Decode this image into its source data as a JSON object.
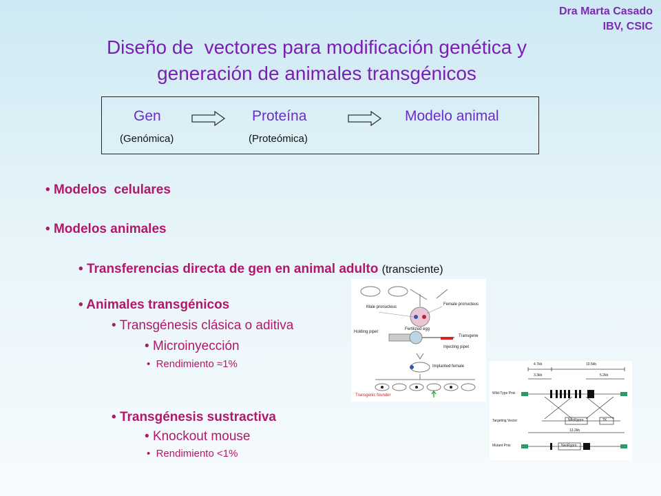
{
  "author": {
    "line1": "Dra Marta Casado",
    "line2": "IBV, CSIC"
  },
  "title": {
    "line1": "Diseño de  vectores para modificación genética y",
    "line2": "generación de animales transgénicos"
  },
  "flow": {
    "gen": "Gen",
    "proteina": "Proteína",
    "modelo": "Modelo animal",
    "genomica": "(Genómica)",
    "proteomica": "(Proteómica)"
  },
  "bullets": {
    "modelos_celulares": "Modelos  celulares",
    "modelos_animales": "Modelos animales",
    "transferencias": "Transferencias directa de gen en animal adulto",
    "transciente": "(transciente)",
    "animales_transgenicos": "Animales transgénicos",
    "clasica": "Transgénesis clásica o aditiva",
    "microinyeccion": "Microinyección",
    "rendimiento1": "Rendimiento ≈1%",
    "sustractiva": "Transgénesis sustractiva",
    "knockout": "Knockout mouse",
    "rendimiento2": "Rendimiento <1%"
  },
  "figure1": {
    "male_pronucleus": "Male pronucleus",
    "female_pronucleus": "Female pronucleus",
    "fertilized_egg": "Fertilized egg",
    "holding_pipet": "Holding pipet",
    "transgene": "Transgene",
    "injecting_pipet": "Injecting pipet",
    "implanted_female": "Implanted female",
    "transgenic_founder": "Transgenic founder"
  },
  "figure2": {
    "wild_type": "Wild-Type Pnis",
    "targeting": "Targeting Vector",
    "mutant": "Mutant Pnis",
    "len1": "4.7kb",
    "len2": "10.5kb",
    "len3": "3.3kb",
    "len4": "5.2kb",
    "len5": "13.2kb",
    "neo": "NeoRypro",
    "tk": "TK"
  },
  "colors": {
    "title": "#7a1fb5",
    "bullet": "#b0186b",
    "flow": "#6a2fc4"
  }
}
